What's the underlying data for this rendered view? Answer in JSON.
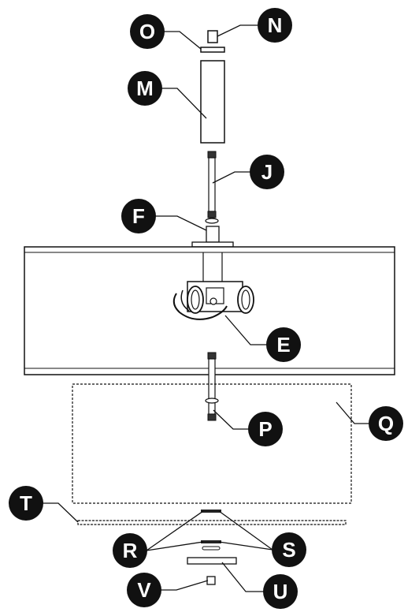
{
  "diagram": {
    "colors": {
      "line": "#111111",
      "callout": "#111111",
      "callout_text": "#ffffff",
      "background": "#ffffff"
    },
    "callouts": {
      "o": "O",
      "n": "N",
      "m": "M",
      "j": "J",
      "f": "F",
      "e": "E",
      "p": "P",
      "q": "Q",
      "t": "T",
      "r": "R",
      "s": "S",
      "v": "V",
      "u": "U"
    }
  }
}
